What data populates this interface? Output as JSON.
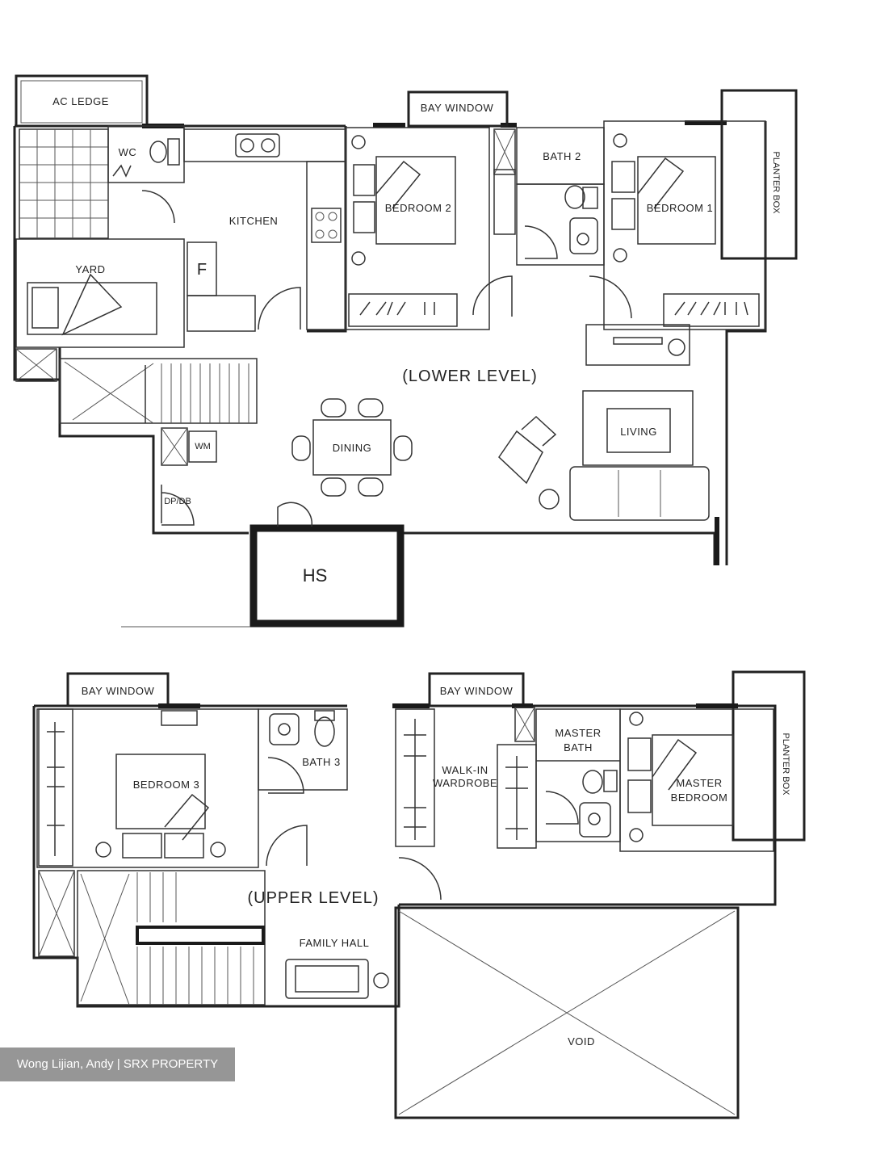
{
  "lower": {
    "level_label": "(LOWER LEVEL)",
    "ac_ledge": "AC LEDGE",
    "wc": "WC",
    "kitchen": "KITCHEN",
    "fridge": "F",
    "yard": "YARD",
    "bay_window": "BAY WINDOW",
    "bedroom2": "BEDROOM 2",
    "bath2": "BATH 2",
    "bedroom1": "BEDROOM 1",
    "planter_box": "PLANTER BOX",
    "wm": "WM",
    "dining": "DINING",
    "living": "LIVING",
    "dpdb": "DP/DB",
    "hs": "HS"
  },
  "upper": {
    "level_label": "(UPPER LEVEL)",
    "bay_window_left": "BAY WINDOW",
    "bay_window_right": "BAY WINDOW",
    "bedroom3": "BEDROOM 3",
    "bath3": "BATH 3",
    "walkin_line1": "WALK-IN",
    "walkin_line2": "WARDROBE",
    "master_bath_line1": "MASTER",
    "master_bath_line2": "BATH",
    "master_bed_line1": "MASTER",
    "master_bed_line2": "BEDROOM",
    "planter_box": "PLANTER BOX",
    "family_hall": "FAMILY HALL",
    "void": "VOID"
  },
  "watermark": "Wong Lijian, Andy | SRX PROPERTY"
}
